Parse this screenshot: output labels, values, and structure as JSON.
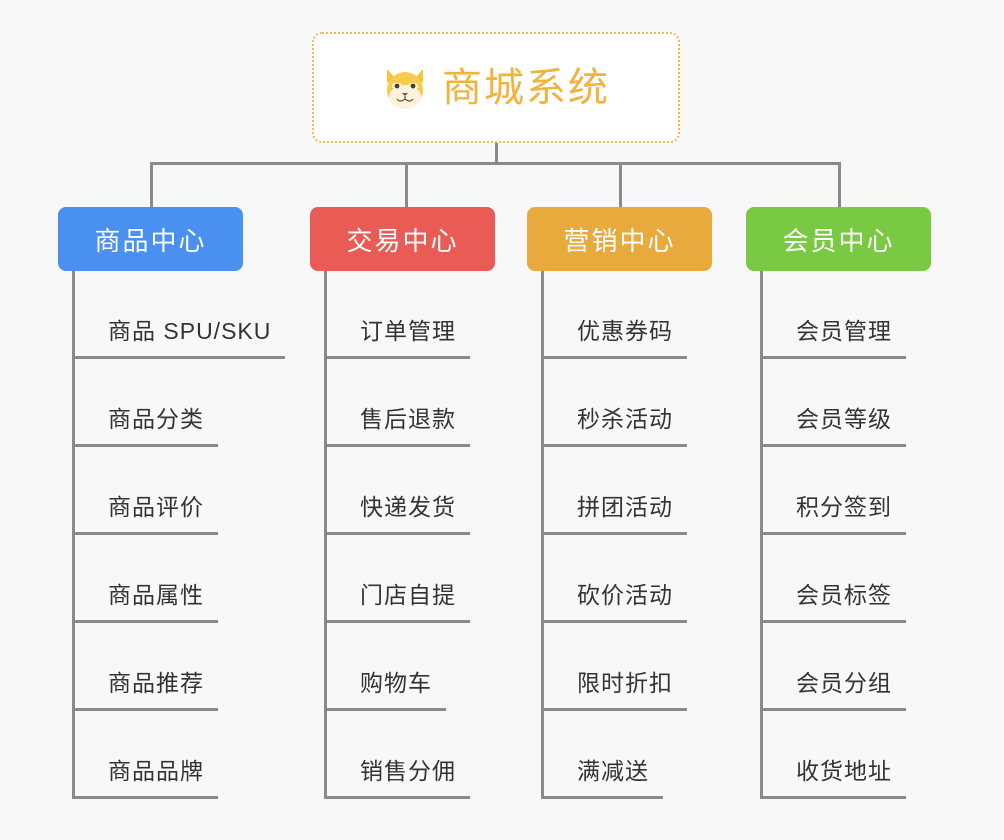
{
  "page": {
    "background_color": "#f8f8f8",
    "line_color": "#8a8a8a",
    "text_color": "#333333"
  },
  "root": {
    "title": "商城系统",
    "icon": "shiba-dog-face-icon",
    "accent_color": "#f2b33d",
    "border_color": "#f0b951",
    "background_color": "#ffffff"
  },
  "columns": [
    {
      "key": "product",
      "label": "商品中心",
      "color": "#4a90f0",
      "items": [
        "商品 SPU/SKU",
        "商品分类",
        "商品评价",
        "商品属性",
        "商品推荐",
        "商品品牌"
      ]
    },
    {
      "key": "trade",
      "label": "交易中心",
      "color": "#e85c55",
      "items": [
        "订单管理",
        "售后退款",
        "快递发货",
        "门店自提",
        "购物车",
        "销售分佣"
      ]
    },
    {
      "key": "marketing",
      "label": "营销中心",
      "color": "#e8a93d",
      "items": [
        "优惠券码",
        "秒杀活动",
        "拼团活动",
        "砍价活动",
        "限时折扣",
        "满减送"
      ]
    },
    {
      "key": "member",
      "label": "会员中心",
      "color": "#7ac943",
      "items": [
        "会员管理",
        "会员等级",
        "积分签到",
        "会员标签",
        "会员分组",
        "收货地址"
      ]
    }
  ]
}
